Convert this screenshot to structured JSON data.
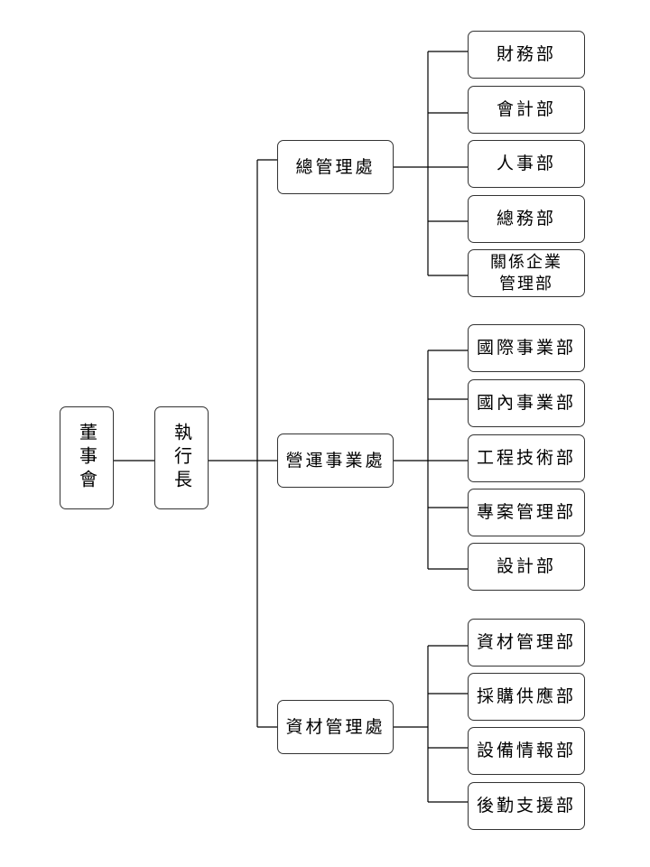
{
  "board": "董事會",
  "ceo": "執行長",
  "divisions": [
    {
      "name": "總管理處",
      "departments": [
        "財務部",
        "會計部",
        "人事部",
        "總務部",
        "關係企業\n管理部"
      ]
    },
    {
      "name": "營運事業處",
      "departments": [
        "國際事業部",
        "國內事業部",
        "工程技術部",
        "專案管理部",
        "設計部"
      ]
    },
    {
      "name": "資材管理處",
      "departments": [
        "資材管理部",
        "採購供應部",
        "設備情報部",
        "後勤支援部"
      ]
    }
  ]
}
